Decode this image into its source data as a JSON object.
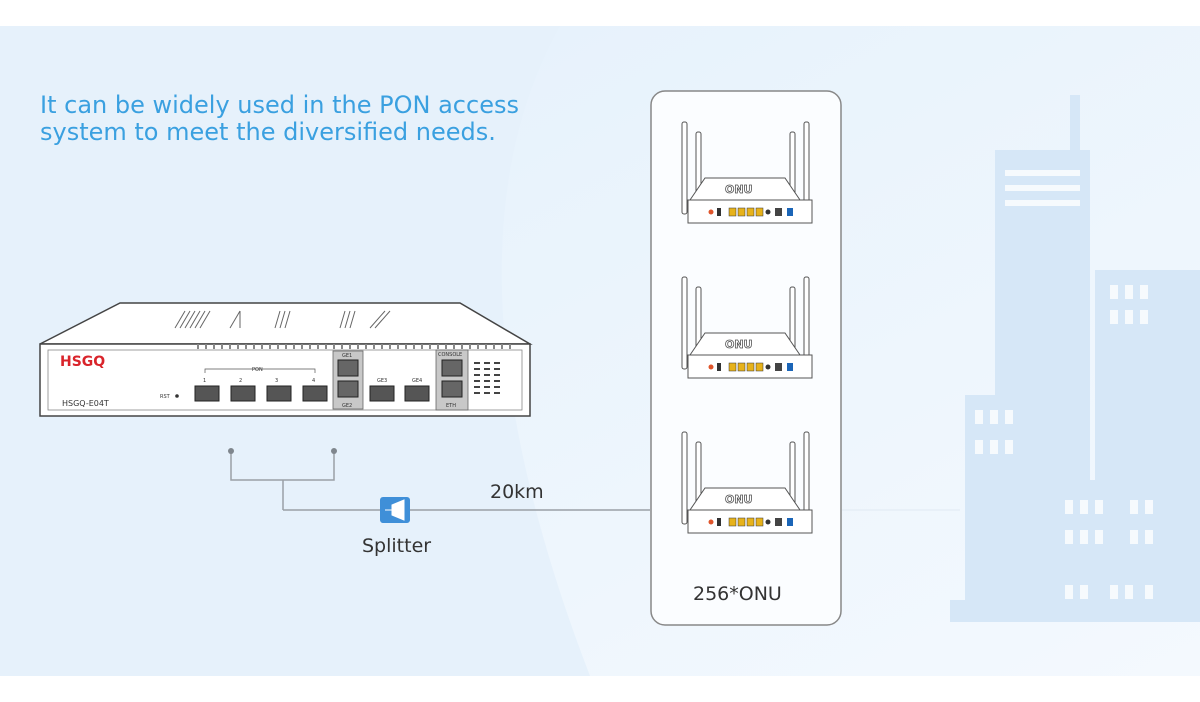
{
  "headline": {
    "line1": "It can be widely used in the PON access",
    "line2": "system to meet the diversified needs."
  },
  "olt": {
    "brand": "HSGQ",
    "model": "HSGQ-E04T",
    "rst_label": "RST",
    "pon_label": "PON",
    "pon_ports": [
      "1",
      "2",
      "3",
      "4"
    ],
    "ge1": "GE1",
    "ge2": "GE2",
    "ge3": "GE3",
    "ge4": "GE4",
    "console": "CONSOLE",
    "eth": "ETH"
  },
  "splitter": {
    "label": "Splitter"
  },
  "fiber": {
    "distance": "20km"
  },
  "onu": {
    "count_label": "256*ONU",
    "brand_on_device": "ONU"
  },
  "colors": {
    "accent": "#3aa0e0",
    "bg_light": "#e9f3fc",
    "building": "#d8e8f7",
    "line": "#9aa0a6"
  }
}
